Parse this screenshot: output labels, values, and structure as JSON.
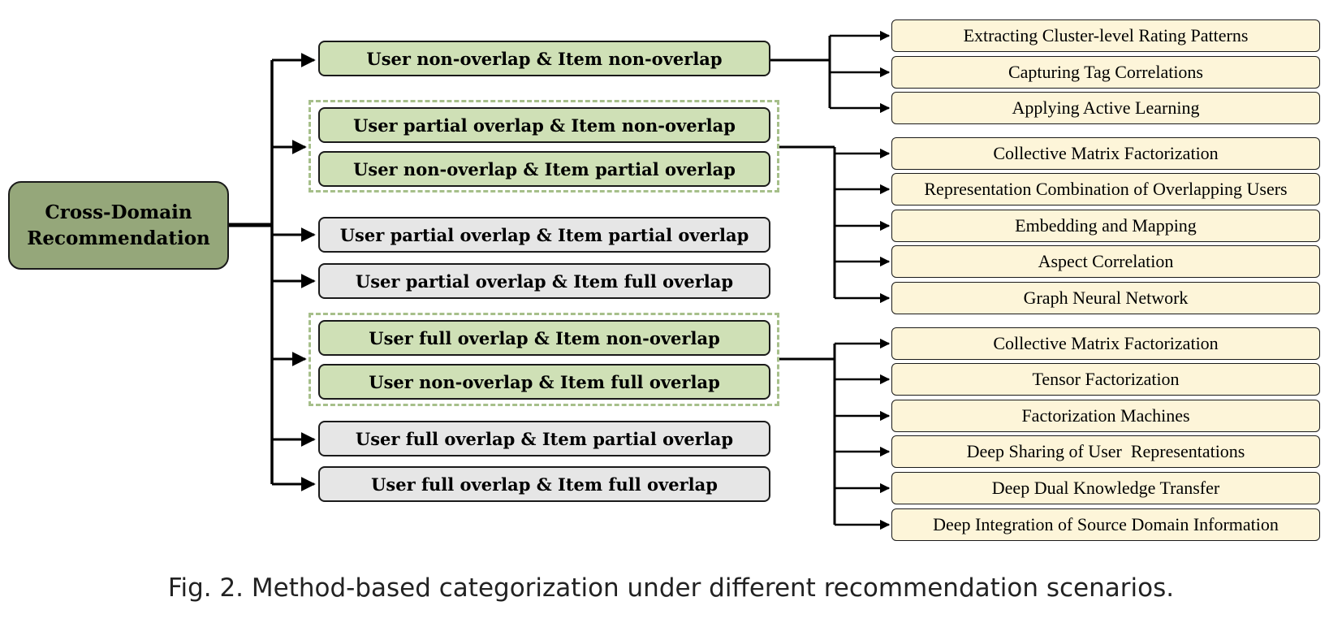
{
  "root": {
    "line1": "Cross-Domain",
    "line2": "Recommendation"
  },
  "scenarios": [
    "User non-overlap & Item non-overlap",
    "User partial overlap & Item non-overlap",
    "User non-overlap & Item partial overlap",
    "User partial overlap & Item partial overlap",
    "User partial overlap & Item full overlap",
    "User full overlap & Item non-overlap",
    "User non-overlap & Item full overlap",
    "User full overlap & Item partial overlap",
    "User full overlap & Item full overlap"
  ],
  "methods_group1": [
    "Extracting Cluster-level Rating Patterns",
    "Capturing Tag Correlations",
    "Applying Active Learning"
  ],
  "methods_group2": [
    "Collective Matrix Factorization",
    "Representation Combination of Overlapping Users",
    "Embedding and Mapping",
    "Aspect Correlation",
    "Graph Neural Network"
  ],
  "methods_group3": [
    "Collective Matrix Factorization",
    "Tensor Factorization",
    "Factorization Machines",
    "Deep Sharing of User  Representations",
    "Deep Dual Knowledge Transfer",
    "Deep Integration of Source Domain Information"
  ],
  "caption": "Fig. 2.  Method-based categorization under different recommendation scenarios.",
  "colors": {
    "root_fill": "#95a77a",
    "scenario_green": "#cfe0b6",
    "scenario_grey": "#e6e6e6",
    "method_fill": "#fdf5d9",
    "group_border": "#a6bf8a"
  }
}
